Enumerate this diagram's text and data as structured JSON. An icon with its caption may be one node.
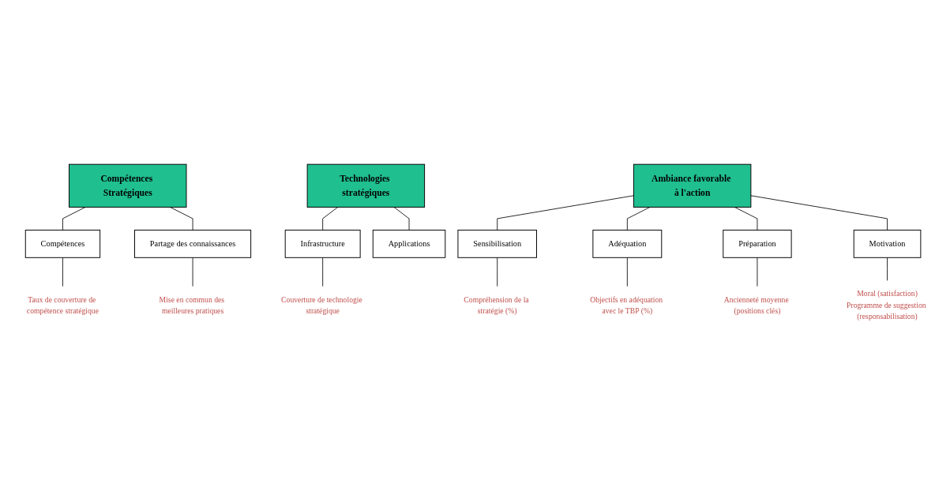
{
  "diagram": {
    "nodes": [
      {
        "text": [
          "Compétences Stratégiques"
        ]
      },
      {
        "text": [
          "Technologies stratégiques"
        ]
      },
      {
        "text": [
          "Ambiance favorable à l'action"
        ]
      },
      {
        "text": [
          "Compétences"
        ]
      },
      {
        "text": [
          "Partage des connaissances"
        ]
      },
      {
        "text": [
          "Sensibilisation"
        ]
      },
      {
        "text": [
          "Adéquation"
        ]
      },
      {
        "text": [
          "Préparation"
        ]
      },
      {
        "text": [
          "Motivation"
        ]
      },
      {
        "text": [
          "Infrastructure"
        ]
      },
      {
        "text": [
          "Applications"
        ]
      },
      {
        "text": [
          "Taux de couverture de compétence stratégique"
        ]
      },
      {
        "text": [
          "Mise en commun des meilleures pratiques"
        ]
      },
      {
        "text": [
          "Objectifs en adéquation avec le TBP (%)"
        ]
      },
      {
        "text": [
          "Moral (satisfaction)",
          "Programme de suggestion (responsabilisation)"
        ]
      },
      {
        "text": [
          "Couverture de technologie stratégique"
        ]
      },
      {
        "text": [
          "Ancienneté moyenne (positions clés)"
        ]
      },
      {
        "text": [
          "Compréhension de la stratégie (%)"
        ]
      }
    ],
    "edges": [
      {
        "from": 0,
        "to": 3,
        "arrow": "none"
      },
      {
        "from": 0,
        "to": 4,
        "arrow": "none"
      },
      {
        "from": 1,
        "to": 9,
        "arrow": "none"
      },
      {
        "from": 1,
        "to": 10,
        "arrow": "none"
      },
      {
        "from": 2,
        "to": 5,
        "arrow": "none"
      },
      {
        "from": 2,
        "to": 6,
        "arrow": "none"
      },
      {
        "from": 2,
        "to": 7,
        "arrow": "none"
      },
      {
        "from": 2,
        "to": 8,
        "arrow": "none"
      },
      {
        "from": 3,
        "to": 11,
        "arrow": "none"
      },
      {
        "from": 4,
        "to": 12,
        "arrow": "none"
      },
      {
        "from": 9,
        "to": 15,
        "arrow": "none"
      },
      {
        "from": 5,
        "to": 17,
        "arrow": "none"
      },
      {
        "from": 6,
        "to": 13,
        "arrow": "none"
      },
      {
        "from": 7,
        "to": 16,
        "arrow": "none"
      },
      {
        "from": 8,
        "to": 14,
        "arrow": "none"
      }
    ]
  }
}
